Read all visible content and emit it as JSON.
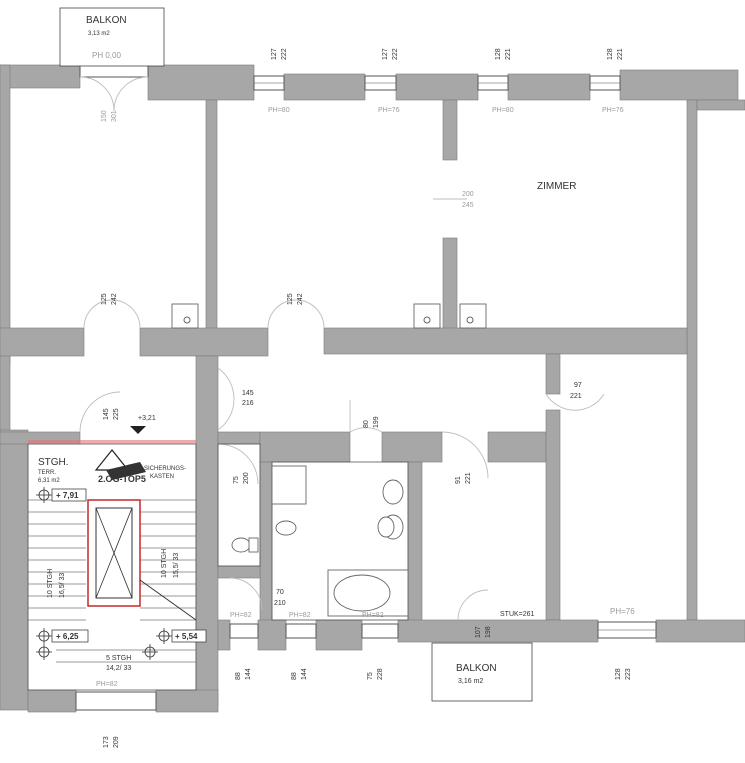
{
  "rooms": {
    "zimmer": "ZIMMER",
    "balkon_top": "BALKON",
    "balkon_top_area": "3,13 m2",
    "balkon_top_ph": "PH 0,00",
    "balkon_bottom": "BALKON",
    "balkon_bottom_area": "3,16 m2",
    "stgh": "STGH.",
    "stgh_terr": "TERR.",
    "stgh_area": "6,31 m2",
    "stgh_top": "2.OG-TOP5",
    "sicherung": "SICHERUNGS-",
    "sicherung2": "KASTEN"
  },
  "windows_top": [
    {
      "a": "127",
      "b": "222",
      "ph": "PH=80"
    },
    {
      "a": "127",
      "b": "222",
      "ph": "PH=76"
    },
    {
      "a": "128",
      "b": "221",
      "ph": "PH=80"
    },
    {
      "a": "128",
      "b": "221",
      "ph": "PH=76"
    }
  ],
  "windows_bottom": [
    {
      "a": "88",
      "b": "144",
      "ph": "PH=82"
    },
    {
      "a": "88",
      "b": "144",
      "ph": "PH=82"
    },
    {
      "a": "75",
      "b": "228",
      "ph": "PH=82"
    },
    {
      "a": "128",
      "b": "223",
      "ph": "PH=76"
    }
  ],
  "door_dims": {
    "balkon_door_a": "150",
    "balkon_door_b": "301",
    "wall_opening_a": "200",
    "wall_opening_b": "245",
    "door1_a": "125",
    "door1_b": "242",
    "door2_a": "125",
    "door2_b": "242",
    "door3_a": "145",
    "door3_b": "225",
    "door4_a": "145",
    "door4_b": "216",
    "door5_a": "97",
    "door5_b": "221",
    "door6_a": "80",
    "door6_b": "199",
    "door7_a": "75",
    "door7_b": "200",
    "door8_a": "91",
    "door8_b": "221",
    "door9_a": "70",
    "door9_b": "210",
    "door10_a": "107",
    "door10_b": "198",
    "door10_extra": "STUK=261",
    "entry_a": "173",
    "entry_b": "209"
  },
  "levels": {
    "l1": "+3,21",
    "l2": "+ 7,91",
    "l3": "+ 6,25",
    "l4": "+ 5,54"
  },
  "stairs": {
    "s1": "10 STGH",
    "s1b": "16,5/ 33",
    "s2": "10 STGH",
    "s2b": "15,5/ 33",
    "s3": "5 STGH",
    "s3b": "14,2/ 33",
    "s3c": "PH=82"
  }
}
